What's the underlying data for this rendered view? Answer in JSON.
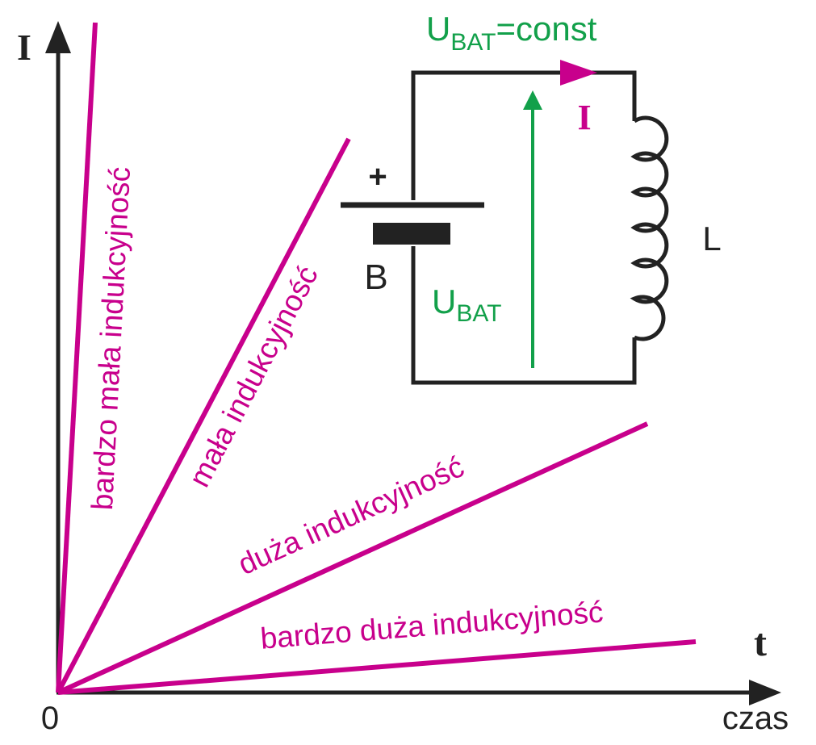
{
  "axes": {
    "y_label": "I",
    "x_label": "t",
    "x_caption": "czas",
    "origin": "0"
  },
  "lines": [
    {
      "label": "bardzo mała indukcyjność",
      "slope_rank": 1
    },
    {
      "label": "mała indukcyjność",
      "slope_rank": 2
    },
    {
      "label": "duża indukcyjność",
      "slope_rank": 3
    },
    {
      "label": "bardzo duża indukcyjność",
      "slope_rank": 4
    }
  ],
  "circuit": {
    "title_main": "U",
    "title_sub": "BAT",
    "title_suffix": "=const",
    "battery_label": "B",
    "plus_sign": "+",
    "voltage_main": "U",
    "voltage_sub": "BAT",
    "current_label": "I",
    "inductor_label": "L"
  },
  "colors": {
    "curve": "#c8008c",
    "axis": "#222222",
    "voltage": "#12a04a",
    "wire": "#222222"
  }
}
